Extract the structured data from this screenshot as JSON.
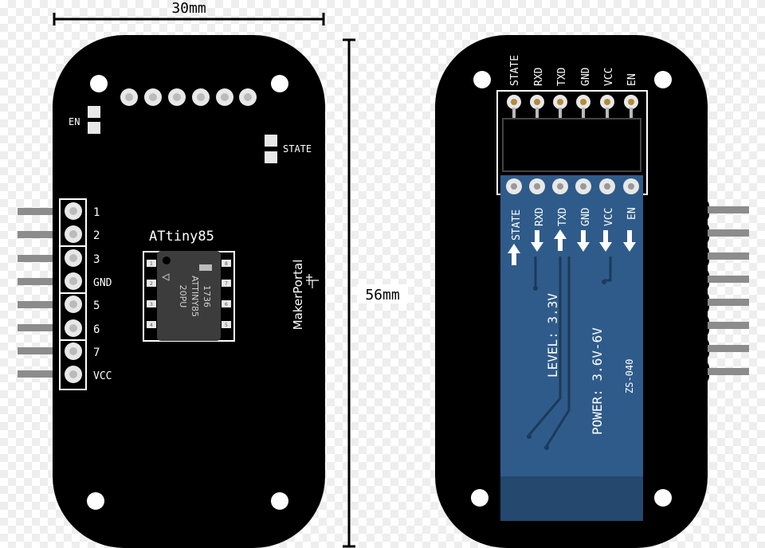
{
  "dimensions": {
    "width": "30mm",
    "height": "56mm"
  },
  "front_board": {
    "pins": [
      {
        "label": "1"
      },
      {
        "label": "2"
      },
      {
        "label": "3"
      },
      {
        "label": "GND"
      },
      {
        "label": "5"
      },
      {
        "label": "6"
      },
      {
        "label": "7"
      },
      {
        "label": "VCC"
      }
    ],
    "en_label": "EN",
    "state_label": "STATE",
    "chip_title": "ATtiny85",
    "chip_text": [
      "1736",
      "ATTINY85",
      "20PU"
    ],
    "chip_pin_numbers": [
      "1",
      "2",
      "3",
      "4",
      "8",
      "7",
      "6",
      "5"
    ],
    "brand": "MakerPortal"
  },
  "back_board": {
    "module_pins": [
      "STATE",
      "RXD",
      "TXD",
      "GND",
      "VCC",
      "EN"
    ],
    "arrow_dirs": [
      "up",
      "down",
      "up",
      "down",
      "down",
      "down"
    ],
    "level_text": "LEVEL: 3.3V",
    "power_text": "POWER: 3.6V-6V",
    "model_text": "ZS-040"
  },
  "colors": {
    "board": "#000000",
    "module_blue": "#2f5b8a",
    "module_blue_dark": "#24486e",
    "pad": "#e8e8e8",
    "header_pin": "#8c8c8c",
    "silkscreen": "#ffffff",
    "chip": "#3c3c3c"
  }
}
